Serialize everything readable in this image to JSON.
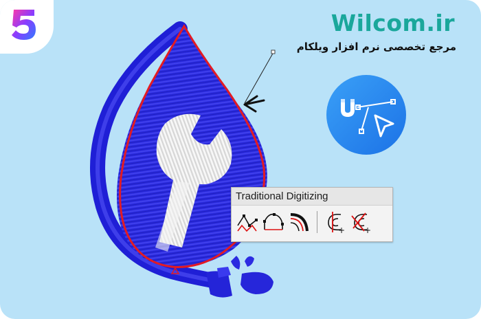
{
  "brand": {
    "title": "Wilcom.ir",
    "subtitle": "مرجع تخصصی نرم افزار ویلکام",
    "accent": "#1aa79b"
  },
  "badge": {
    "icon": "number-five-logo"
  },
  "feature_icon": {
    "icon": "magnet-bezier-pointer-icon",
    "color": "#2196f3"
  },
  "artwork": {
    "subject": "embroidered-drop-with-wrench",
    "fill_color": "#2f2fe3",
    "outline_color": "#e31b23"
  },
  "toolbar": {
    "title": "Traditional Digitizing",
    "tools": [
      {
        "name": "input-a-tool",
        "icon": "input-a-icon"
      },
      {
        "name": "input-b-tool",
        "icon": "input-b-icon"
      },
      {
        "name": "input-c-tool",
        "icon": "input-c-icon"
      },
      {
        "name": "complex-fill-tool",
        "icon": "complex-fill-icon"
      },
      {
        "name": "complex-turning-tool",
        "icon": "complex-turning-icon"
      }
    ]
  }
}
